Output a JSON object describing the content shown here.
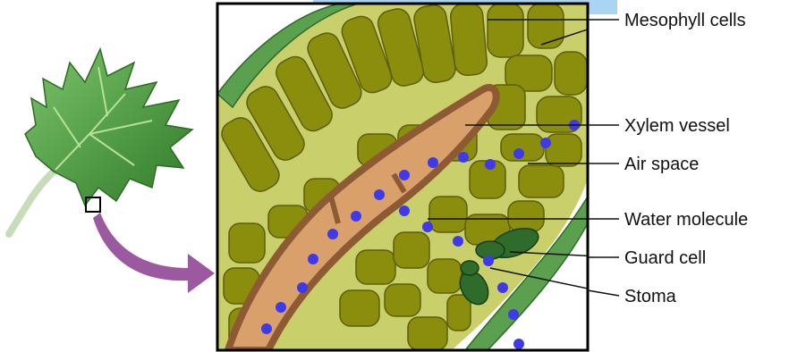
{
  "labels": {
    "mesophyll": "Mesophyll cells",
    "xylem": "Xylem vessel",
    "air_space": "Air space",
    "water": "Water molecule",
    "guard": "Guard cell",
    "stoma": "Stoma"
  },
  "colors": {
    "leaf": "#4c9a3c",
    "mesophyll": "#8b8d0c",
    "mesophyll_border": "#5d5f0a",
    "inner_bg": "#c9cf6a",
    "epidermis": "#5aa04f",
    "xylem": "#d9a06b",
    "xylem_wall": "#8d5a34",
    "guard": "#2f6b2a",
    "water": "#3e3ae8",
    "arrow": "#9b5aa0",
    "top_strip": "#a9d4f2"
  }
}
